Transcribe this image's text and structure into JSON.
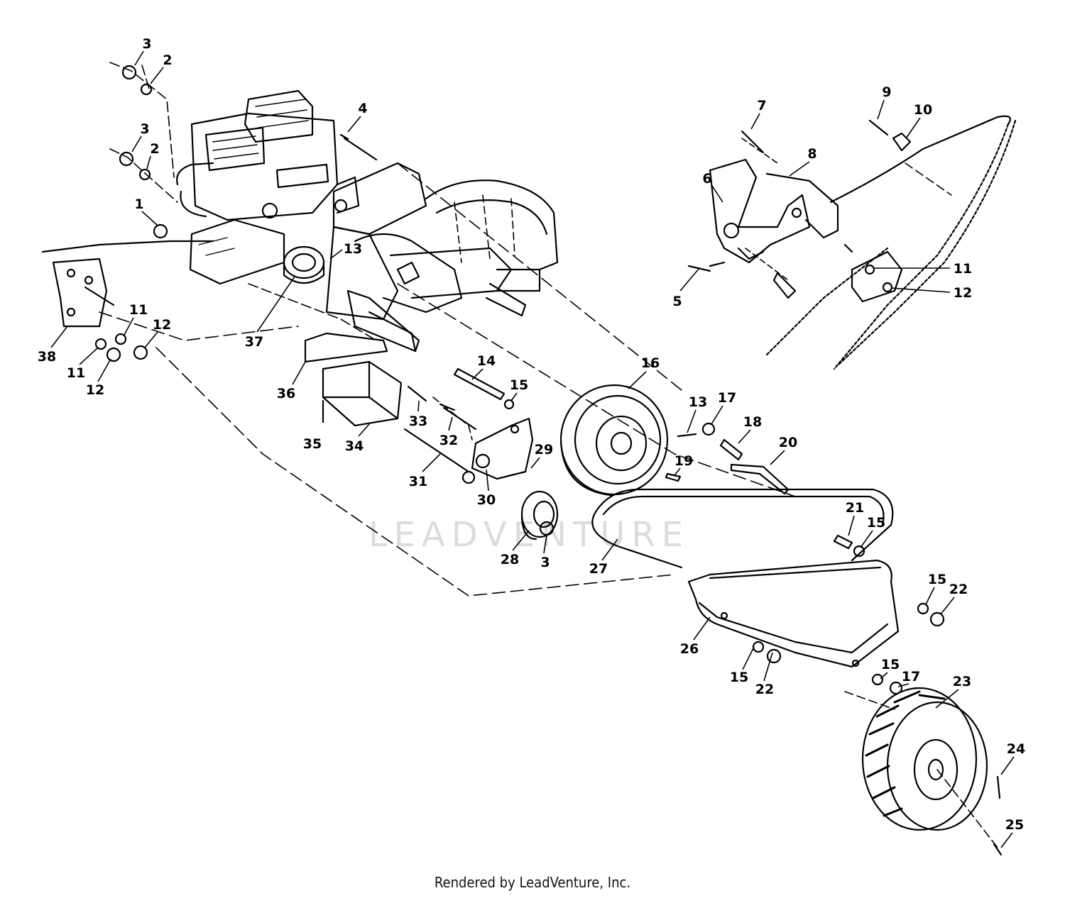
{
  "diagram": {
    "footer": "Rendered by LeadVenture, Inc.",
    "watermark": "LEADVENTURE",
    "callouts": [
      {
        "id": "c-3-a",
        "text": "3"
      },
      {
        "id": "c-2-a",
        "text": "2"
      },
      {
        "id": "c-3-b",
        "text": "3"
      },
      {
        "id": "c-2-b",
        "text": "2"
      },
      {
        "id": "c-1",
        "text": "1"
      },
      {
        "id": "c-4",
        "text": "4"
      },
      {
        "id": "c-13-a",
        "text": "13"
      },
      {
        "id": "c-37",
        "text": "37"
      },
      {
        "id": "c-38",
        "text": "38"
      },
      {
        "id": "c-11-a",
        "text": "11"
      },
      {
        "id": "c-12-a",
        "text": "12"
      },
      {
        "id": "c-11-b",
        "text": "11"
      },
      {
        "id": "c-12-b",
        "text": "12"
      },
      {
        "id": "c-36",
        "text": "36"
      },
      {
        "id": "c-35",
        "text": "35"
      },
      {
        "id": "c-34",
        "text": "34"
      },
      {
        "id": "c-33",
        "text": "33"
      },
      {
        "id": "c-32",
        "text": "32"
      },
      {
        "id": "c-31",
        "text": "31"
      },
      {
        "id": "c-14",
        "text": "14"
      },
      {
        "id": "c-15-a",
        "text": "15"
      },
      {
        "id": "c-29",
        "text": "29"
      },
      {
        "id": "c-30",
        "text": "30"
      },
      {
        "id": "c-28",
        "text": "28"
      },
      {
        "id": "c-3-c",
        "text": "3"
      },
      {
        "id": "c-16",
        "text": "16"
      },
      {
        "id": "c-13-b",
        "text": "13"
      },
      {
        "id": "c-17-a",
        "text": "17"
      },
      {
        "id": "c-19",
        "text": "19"
      },
      {
        "id": "c-18",
        "text": "18"
      },
      {
        "id": "c-20",
        "text": "20"
      },
      {
        "id": "c-21",
        "text": "21"
      },
      {
        "id": "c-15-b",
        "text": "15"
      },
      {
        "id": "c-27",
        "text": "27"
      },
      {
        "id": "c-15-c",
        "text": "15"
      },
      {
        "id": "c-22-a",
        "text": "22"
      },
      {
        "id": "c-26",
        "text": "26"
      },
      {
        "id": "c-15-d",
        "text": "15"
      },
      {
        "id": "c-22-b",
        "text": "22"
      },
      {
        "id": "c-15-e",
        "text": "15"
      },
      {
        "id": "c-17-b",
        "text": "17"
      },
      {
        "id": "c-23",
        "text": "23"
      },
      {
        "id": "c-24",
        "text": "24"
      },
      {
        "id": "c-25",
        "text": "25"
      },
      {
        "id": "c-7",
        "text": "7"
      },
      {
        "id": "c-9",
        "text": "9"
      },
      {
        "id": "c-10",
        "text": "10"
      },
      {
        "id": "c-8",
        "text": "8"
      },
      {
        "id": "c-6",
        "text": "6"
      },
      {
        "id": "c-5",
        "text": "5"
      },
      {
        "id": "c-11-c",
        "text": "11"
      },
      {
        "id": "c-12-c",
        "text": "12"
      }
    ]
  }
}
